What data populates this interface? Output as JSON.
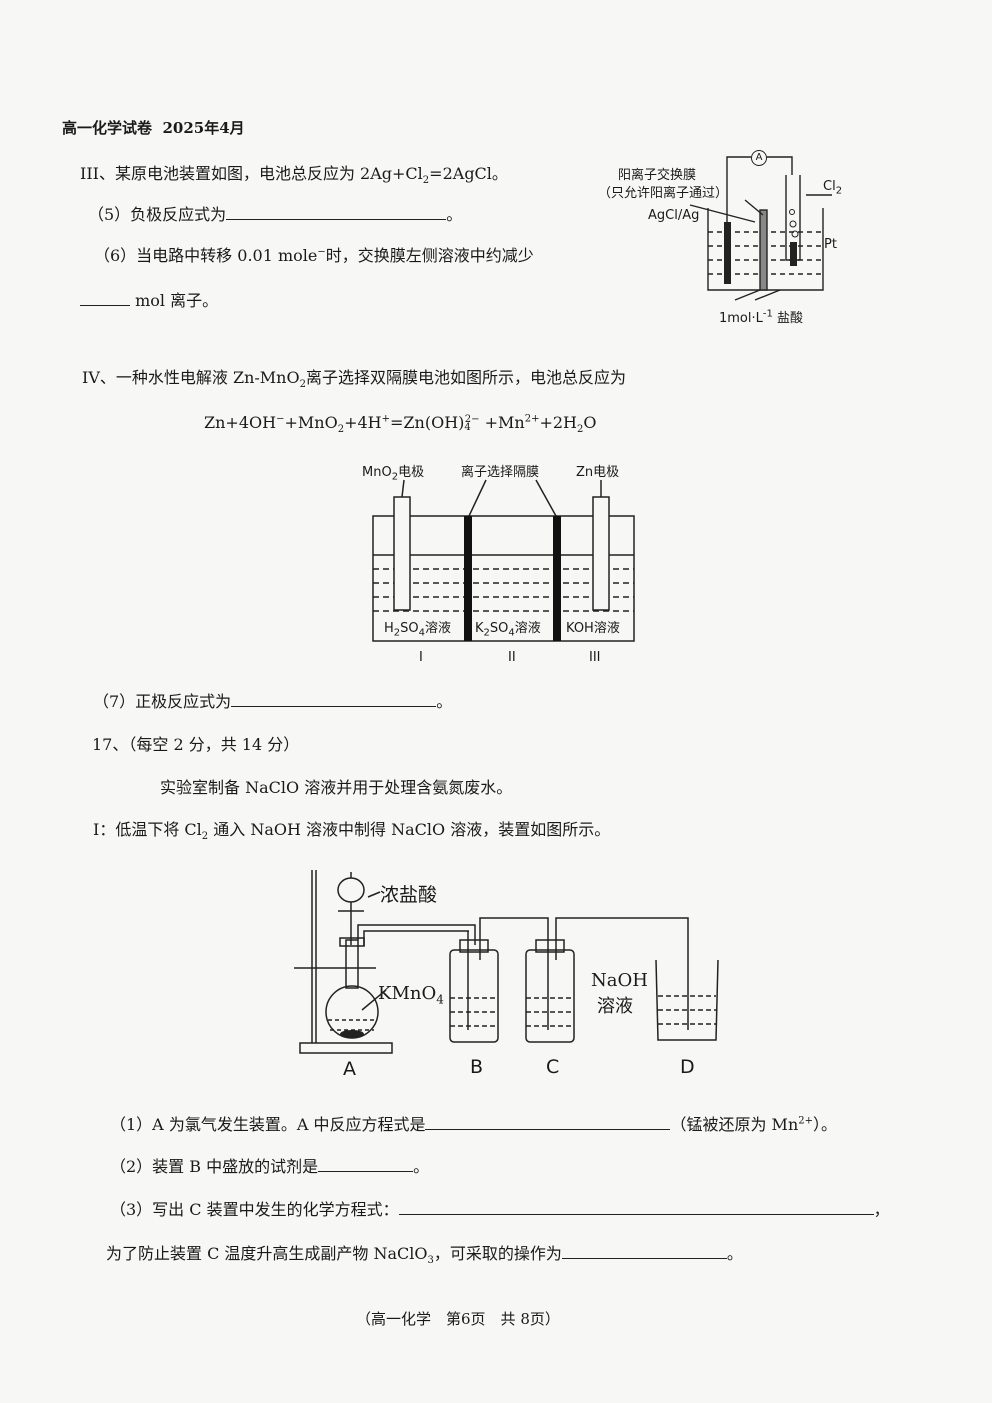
{
  "header": {
    "title": "高一化学试卷",
    "date": "2025年4月"
  },
  "section_iii": {
    "intro_a": "III、某原电池装置如图，电池总反应为 2Ag+Cl",
    "intro_b": "=2AgCl。",
    "q5_text": "（5）负极反应式为",
    "q6_text_a": "（6）当电路中转移 0.01 mole",
    "q6_text_b": "时，交换膜左侧溶液中约减少",
    "q6_tail": "mol 离子。",
    "fig": {
      "membrane_label": "阳离子交换膜",
      "membrane_note": "（只允许阳离子通过）",
      "electrode_left": "AgCl/Ag",
      "electrode_right": "Pt",
      "gas": "Cl",
      "ammeter": "A",
      "solution": "1mol·L",
      "solution_tail": "盐酸"
    }
  },
  "section_iv": {
    "intro_a": "IV、一种水性电解液 Zn-MnO",
    "intro_b": "离子选择双隔膜电池如图所示，电池总反应为",
    "eq_a": "Zn+4OH",
    "eq_b": "+MnO",
    "eq_c": "+4H",
    "eq_d": "=Zn(OH)",
    "eq_e": "+Mn",
    "eq_f": "+2H",
    "eq_g": "O",
    "fig": {
      "label_mno2": "MnO",
      "label_mno2_tail": "电极",
      "label_membrane": "离子选择隔膜",
      "label_zn": "Zn电极",
      "sol1_a": "H",
      "sol1_b": "SO",
      "sol1_c": "溶液",
      "sol2_a": "K",
      "sol2_b": "SO",
      "sol2_c": "溶液",
      "sol3": "KOH溶液",
      "chamber1": "I",
      "chamber2": "II",
      "chamber3": "III"
    },
    "q7_text": "（7）正极反应式为"
  },
  "q17": {
    "number": "17、（每空 2 分，共 14 分）",
    "intro": "实验室制备 NaClO 溶液并用于处理含氨氮废水。",
    "part1_a": "I：低温下将 Cl",
    "part1_b": "通入 NaOH 溶液中制得 NaClO 溶液，装置如图所示。",
    "fig": {
      "acid": "浓盐酸",
      "reagent": "KMnO",
      "naoh": "NaOH",
      "naoh2": "溶液",
      "A": "A",
      "B": "B",
      "C": "C",
      "D": "D"
    },
    "q1_text": "（1）A 为氯气发生装置。A 中反应方程式是",
    "q1_note": "（锰被还原为 Mn",
    "q1_note_tail": "）。",
    "q2_text": "（2）装置 B 中盛放的试剂是",
    "q3_text": "（3）写出 C 装置中发生的化学方程式：",
    "q3b_text": "为了防止装置 C 温度升高生成副产物 NaClO",
    "q3b_tail": "，可采取的操作为"
  },
  "footer": "（高一化学　第6页　共 8页）"
}
